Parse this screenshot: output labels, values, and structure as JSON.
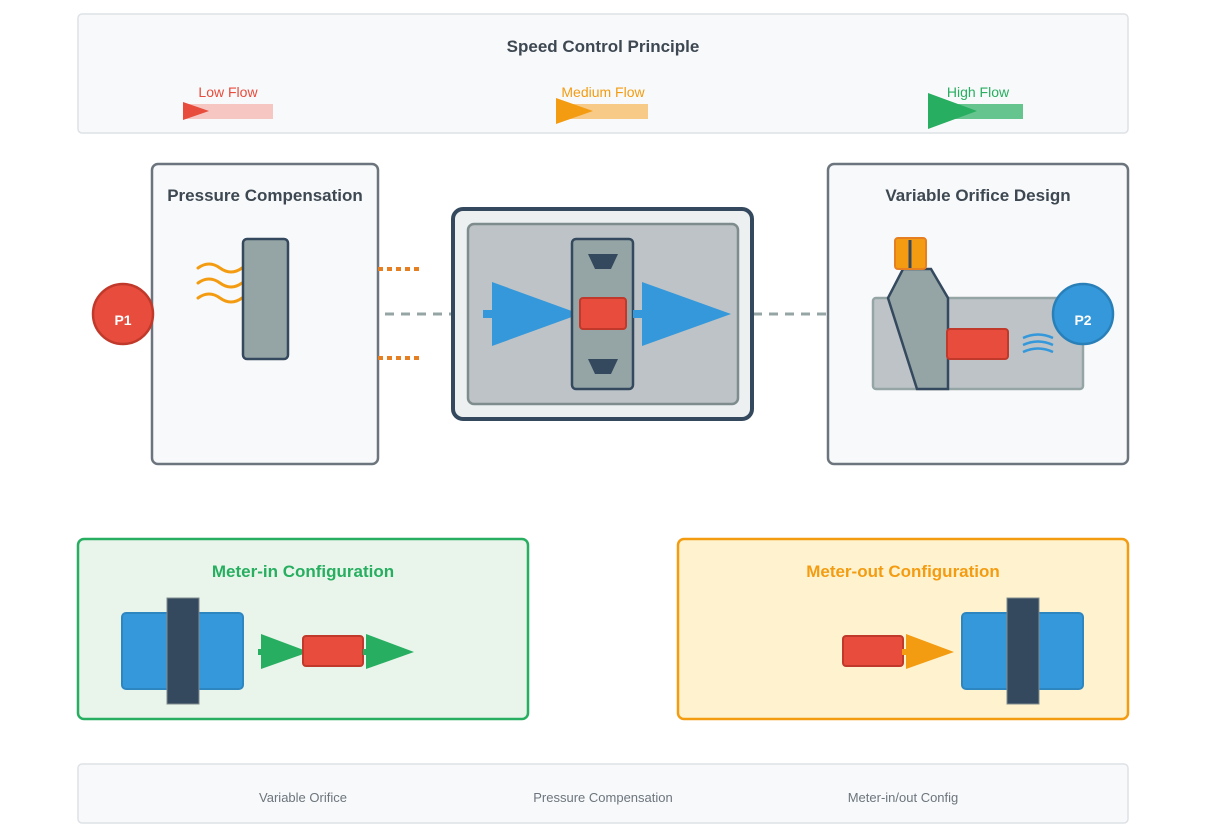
{
  "header": {
    "title": "Speed Control Principle",
    "flow_levels": [
      {
        "label": "Low Flow",
        "color": "#e74c3c",
        "bar_color": "#f5c6c2"
      },
      {
        "label": "Medium Flow",
        "color": "#f39c12",
        "bar_color": "#f8ca88"
      },
      {
        "label": "High Flow",
        "color": "#27ae60",
        "bar_color": "#66c48e"
      }
    ]
  },
  "panels": {
    "pressure_compensation": {
      "title": "Pressure Compensation",
      "port_label": "P1"
    },
    "variable_orifice": {
      "title": "Variable Orifice Design",
      "port_label": "P2"
    }
  },
  "configs": {
    "meter_in": {
      "title": "Meter-in Configuration",
      "color": "#27ae60"
    },
    "meter_out": {
      "title": "Meter-out Configuration",
      "color": "#f39c12"
    }
  },
  "legend": {
    "items": [
      "Variable Orifice",
      "Pressure Compensation",
      "Meter-in/out Config"
    ]
  },
  "colors": {
    "dark": "#34495e",
    "gray": "#95a5a6",
    "light_gray": "#bdc3c7",
    "red": "#e74c3c",
    "blue": "#3498db",
    "orange": "#f39c12",
    "green": "#27ae60"
  }
}
